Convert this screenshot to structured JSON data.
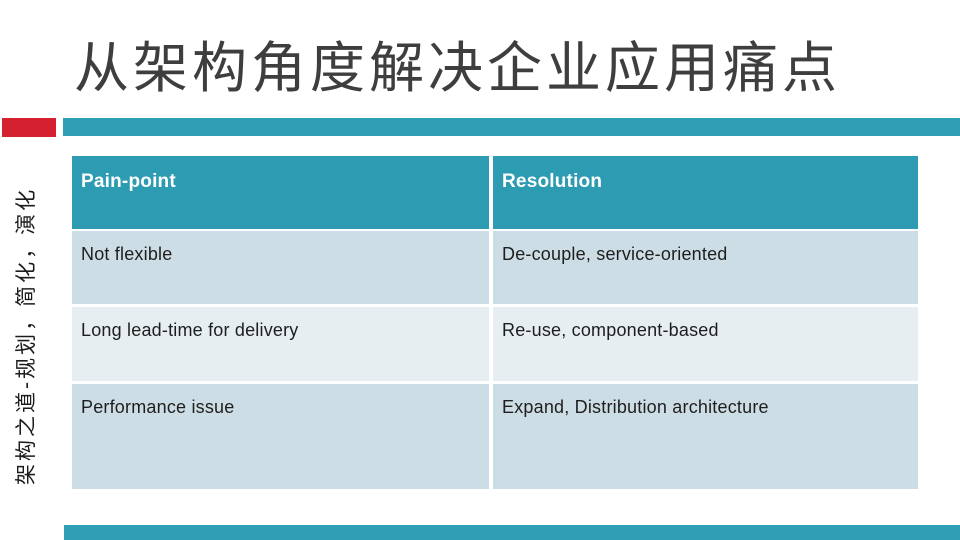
{
  "title": "从架构角度解决企业应用痛点",
  "footer_vertical_text": "架构之道-规划，简化，演化",
  "table": {
    "headers": [
      "Pain-point",
      "Resolution"
    ],
    "rows": [
      [
        "Not flexible",
        "De-couple, service-oriented"
      ],
      [
        "Long lead-time for delivery",
        "Re-use, component-based"
      ],
      [
        "Performance issue",
        "Expand, Distribution architecture"
      ]
    ]
  },
  "theme": {
    "teal": "#2e9fb5",
    "teal-dark": "#2d9cb3",
    "red": "#d52030",
    "row-dark": "#cddde5",
    "row-light": "#e6eef2",
    "title-color": "#3e3e3e",
    "background": "#ffffff"
  }
}
